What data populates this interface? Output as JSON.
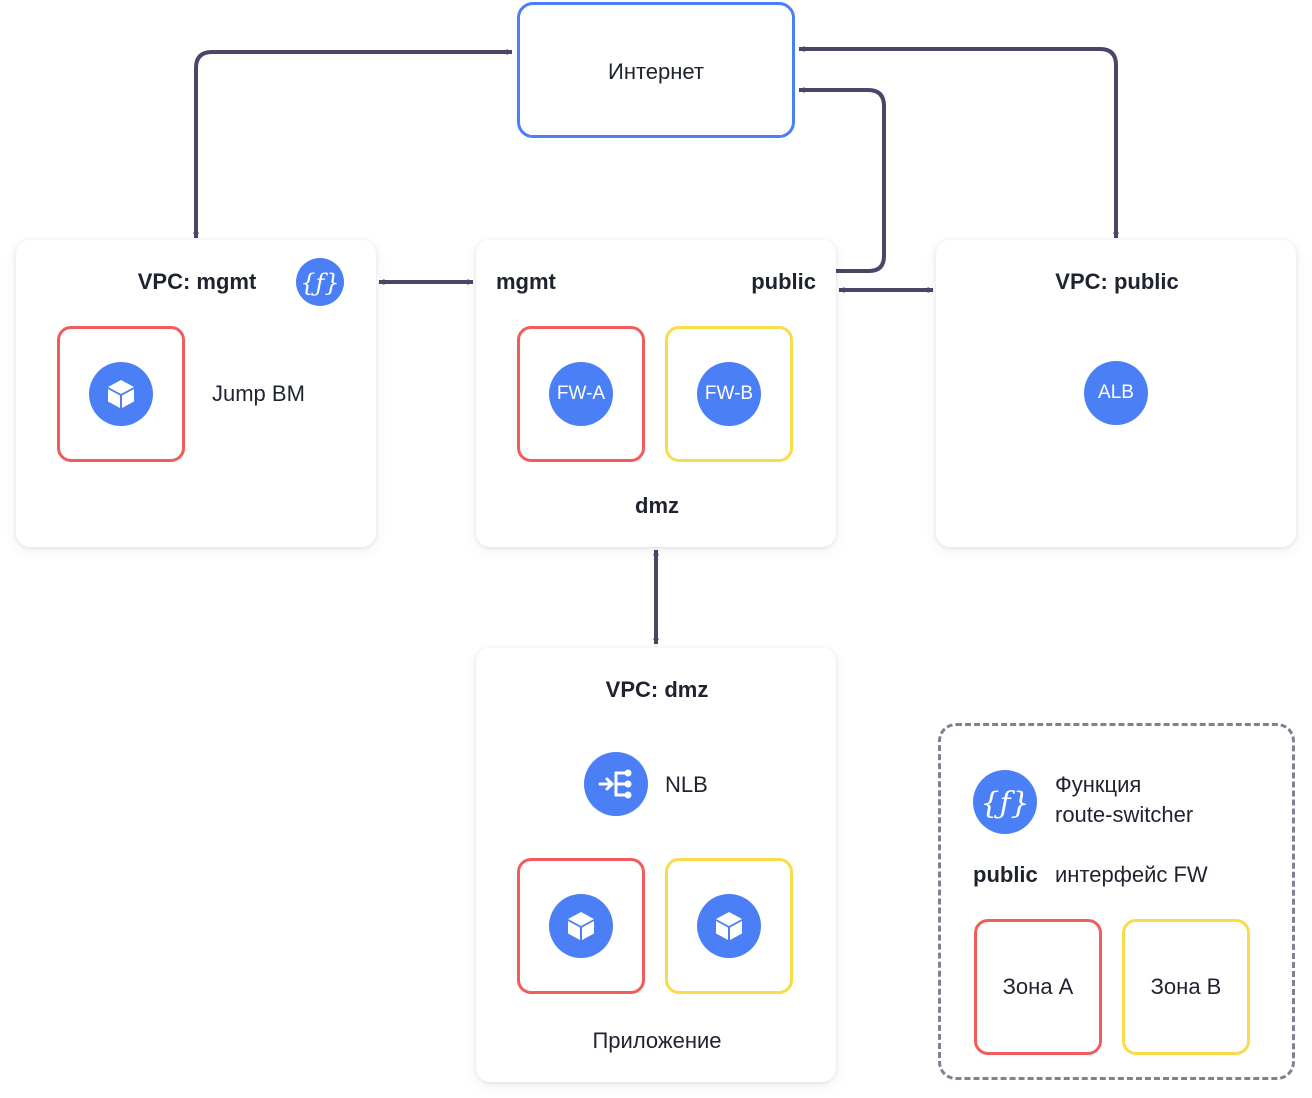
{
  "internet": {
    "label": "Интернет"
  },
  "vpc_mgmt": {
    "title": "VPC: mgmt",
    "vm_label": "Jump BM"
  },
  "firewall": {
    "mgmt_label": "mgmt",
    "public_label": "public",
    "fw_a": "FW-A",
    "fw_b": "FW-B",
    "dmz_label": "dmz"
  },
  "vpc_public": {
    "title": "VPC: public",
    "alb": "ALB"
  },
  "vpc_dmz": {
    "title": "VPC: dmz",
    "nlb": "NLB",
    "app_label": "Приложение"
  },
  "legend": {
    "function_line1": "Функция",
    "function_line2": "route-switcher",
    "public_term": "public",
    "public_desc": "интерфейс FW",
    "zone_a": "Зона A",
    "zone_b": "Зона B"
  },
  "colors": {
    "accent_blue": "#4b7ff5",
    "zone_a_red": "#f15d5a",
    "zone_b_yellow": "#fadb4b",
    "arrow": "#4a4668"
  }
}
